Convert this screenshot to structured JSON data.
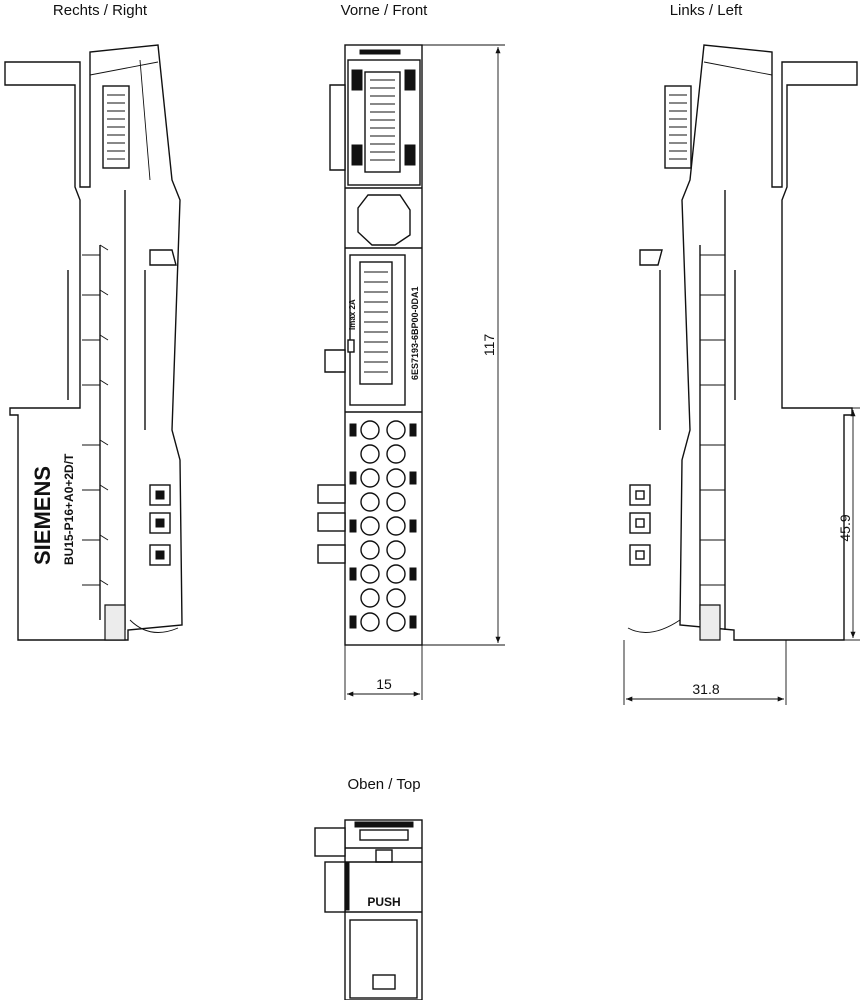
{
  "views": {
    "right": "Rechts / Right",
    "front": "Vorne / Front",
    "left": "Links / Left",
    "top": "Oben / Top"
  },
  "dimensions": {
    "height": "117",
    "width": "15",
    "depth": "31.8",
    "lower_height": "45.9"
  },
  "markings": {
    "brand": "SIEMENS",
    "base_unit": "BU15-P16+A0+2D/T",
    "order_number": "6ES7193-6BP00-0DA1",
    "fuse_rating": "Imax 2A",
    "push": "PUSH"
  }
}
